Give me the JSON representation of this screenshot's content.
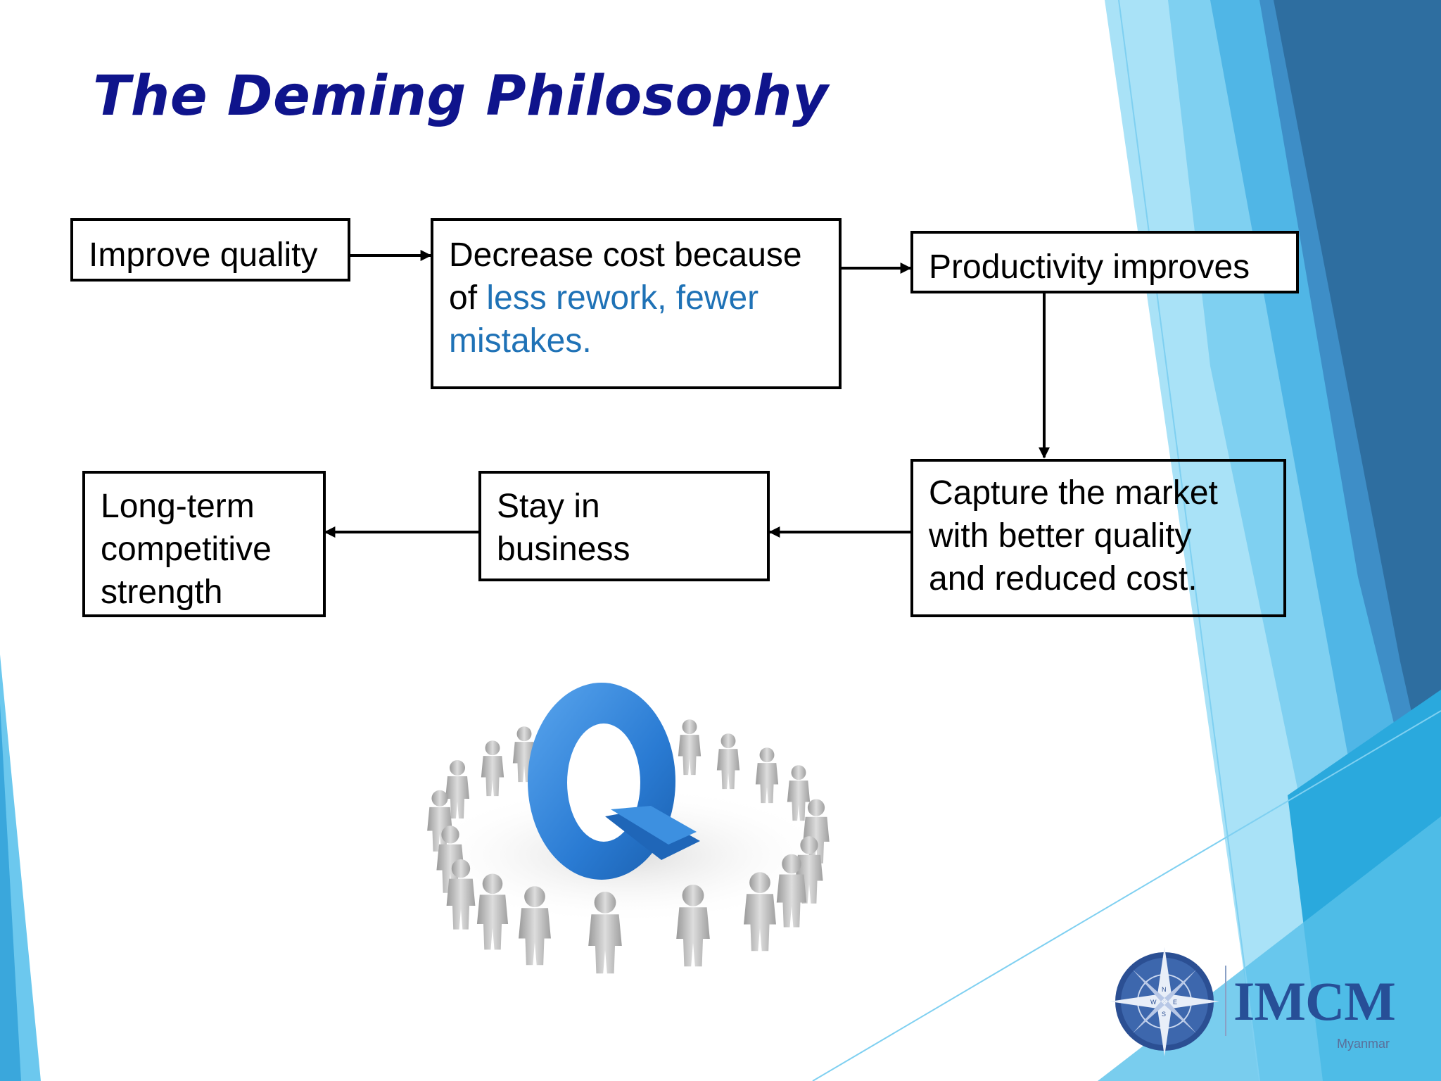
{
  "slide": {
    "title": "The Deming Philosophy"
  },
  "flow": {
    "box1": "Improve quality",
    "box2_plain": "Decrease cost because of ",
    "box2_highlight": "less rework, fewer mistakes.",
    "box3": "Productivity improves",
    "box4": "Capture the market with better quality and reduced cost.",
    "box5": "Stay in business",
    "box6": "Long-term competitive strength"
  },
  "logo": {
    "name": "IMCM",
    "subtitle": "Myanmar",
    "compass_letters": [
      "N",
      "E",
      "S",
      "W"
    ]
  },
  "colors": {
    "title": "#0f148c",
    "highlight_text": "#1f72b6",
    "decor_dark": "#2e6ea0",
    "decor_light": "#7ed0f0",
    "q_blue": "#2e7fd6",
    "logo": "#274f97"
  },
  "image": {
    "description_icon": "people-circle-q-icon"
  }
}
